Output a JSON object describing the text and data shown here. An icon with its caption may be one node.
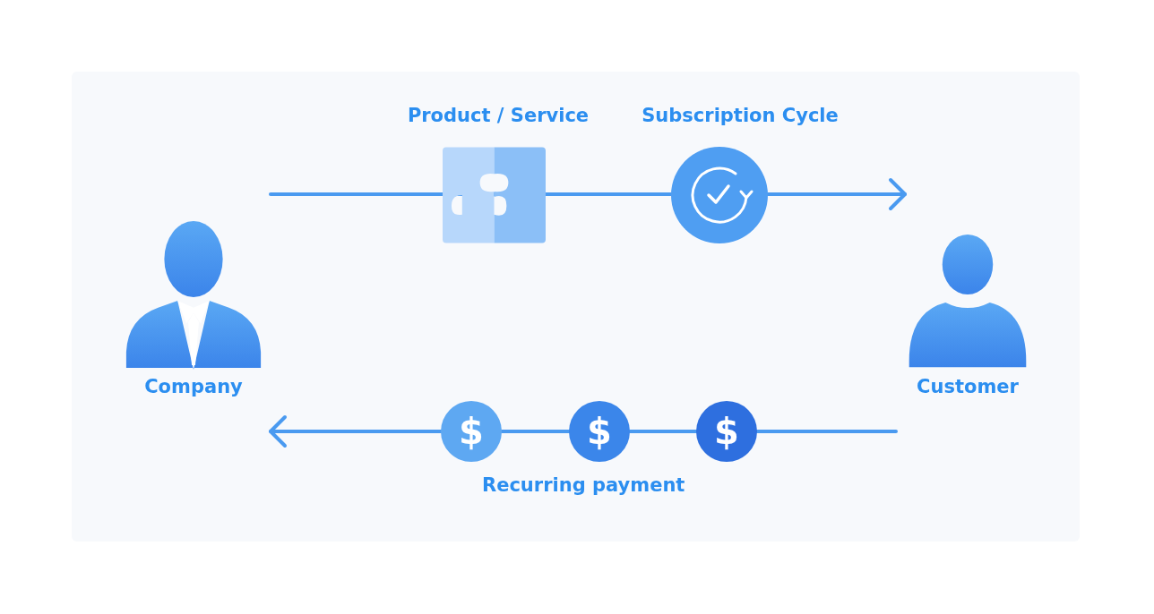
{
  "diagram": {
    "nodes": [
      {
        "text": [
          "Company"
        ]
      },
      {
        "text": [
          "Customer"
        ]
      },
      {
        "text": [
          "Product / Service"
        ]
      },
      {
        "text": [
          "Subscription Cycle"
        ]
      },
      {
        "text": [
          "$"
        ]
      },
      {
        "text": [
          "$"
        ]
      },
      {
        "text": [
          "$"
        ]
      }
    ],
    "edges": [
      {
        "from": null,
        "to": 2,
        "arrow": "none"
      },
      {
        "from": 2,
        "to": 3,
        "arrow": "none"
      },
      {
        "from": 3,
        "to": null,
        "arrow": "to"
      },
      {
        "from": 1,
        "to": 6,
        "arrow": "none"
      },
      {
        "from": 6,
        "to": 5,
        "arrow": "none"
      },
      {
        "from": 5,
        "to": 4,
        "arrow": "none"
      },
      {
        "from": 4,
        "to": 0,
        "arrow": "to"
      }
    ],
    "labels": [
      "Recurring payment"
    ]
  }
}
